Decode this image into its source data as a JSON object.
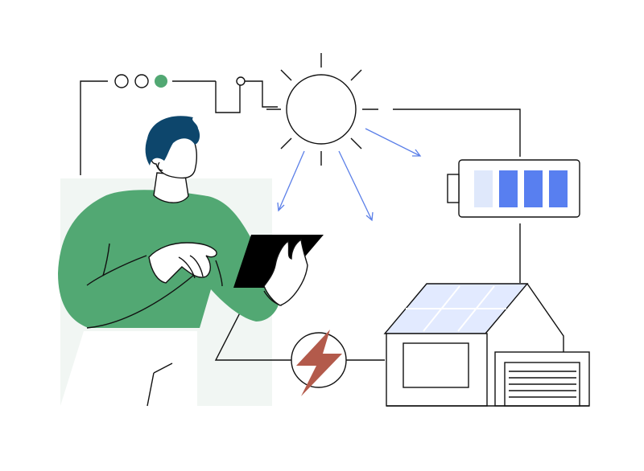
{
  "colors": {
    "background": "#ffffff",
    "line": "#111111",
    "sweater": "#52a873",
    "panel": "#f1f6f3",
    "hair": "#0d466c",
    "tablet": "#000000",
    "indicator_on": "#52a873",
    "sun_ray_arrow": "#5b7fe8",
    "battery_cell_full": "#587ff0",
    "battery_cell_low": "#dfe8fb",
    "solar_panel": "#e2eaff",
    "lightning": "#b35a4b"
  },
  "icons": {
    "sun": "sun-icon",
    "battery": "battery-icon",
    "house": "house-icon",
    "lightning": "lightning-bolt-icon",
    "tablet": "tablet-icon",
    "solar_panel": "solar-panel-icon",
    "garage": "garage-door-icon"
  },
  "indicators": [
    {
      "state": "off"
    },
    {
      "state": "off"
    },
    {
      "state": "on"
    }
  ],
  "battery": {
    "cells_total": 4,
    "cells_full": 3,
    "charge": 0.75
  }
}
